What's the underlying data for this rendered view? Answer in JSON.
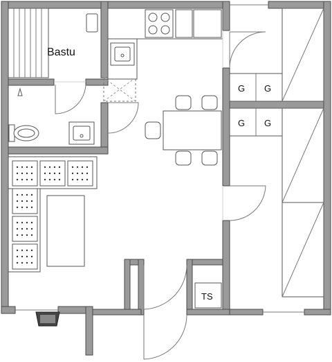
{
  "plan": {
    "room_labels": {
      "sauna": "Bastu"
    },
    "storage_labels": [
      "G",
      "G",
      "G",
      "G"
    ],
    "utility_label": "TS"
  },
  "colors": {
    "wall": "#9a9a9a",
    "wall_outline": "#4a4a4a",
    "fixture": "#555555",
    "background": "#ffffff"
  }
}
